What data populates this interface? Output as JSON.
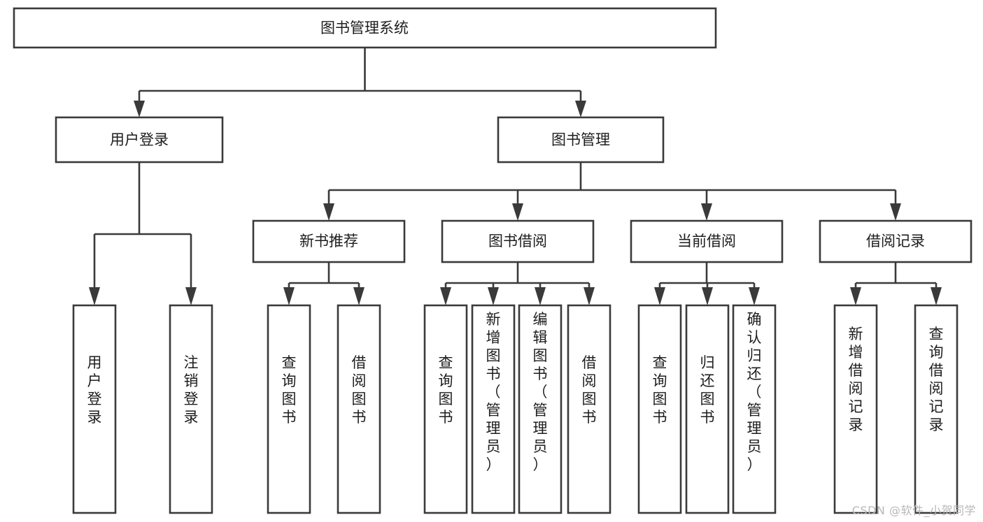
{
  "diagram": {
    "type": "tree",
    "title": "图书管理系统",
    "watermark": "CSDN @软件_小贺同学",
    "levels": {
      "root": {
        "label": "图书管理系统"
      },
      "level2": [
        {
          "label": "用户登录"
        },
        {
          "label": "图书管理"
        }
      ],
      "level3": [
        {
          "label": "新书推荐"
        },
        {
          "label": "图书借阅"
        },
        {
          "label": "当前借阅"
        },
        {
          "label": "借阅记录"
        }
      ]
    },
    "leaves": {
      "user_login": [
        {
          "label": "用户登录"
        },
        {
          "label": "注销登录"
        }
      ],
      "new_book_recommend": [
        {
          "label": "查询图书"
        },
        {
          "label": "借阅图书"
        }
      ],
      "book_borrow": [
        {
          "label": "查询图书"
        },
        {
          "label": "新增图书（管理员）"
        },
        {
          "label": "编辑图书（管理员）"
        },
        {
          "label": "借阅图书"
        }
      ],
      "current_borrow": [
        {
          "label": "查询图书"
        },
        {
          "label": "归还图书"
        },
        {
          "label": "确认归还（管理员）"
        }
      ],
      "borrow_record": [
        {
          "label": "新增借阅记录"
        },
        {
          "label": "查询借阅记录"
        }
      ]
    },
    "colors": {
      "stroke": "#3a3a3a",
      "fill": "#ffffff",
      "text": "#1d1d1d",
      "watermark": "#b8b8b8"
    }
  }
}
